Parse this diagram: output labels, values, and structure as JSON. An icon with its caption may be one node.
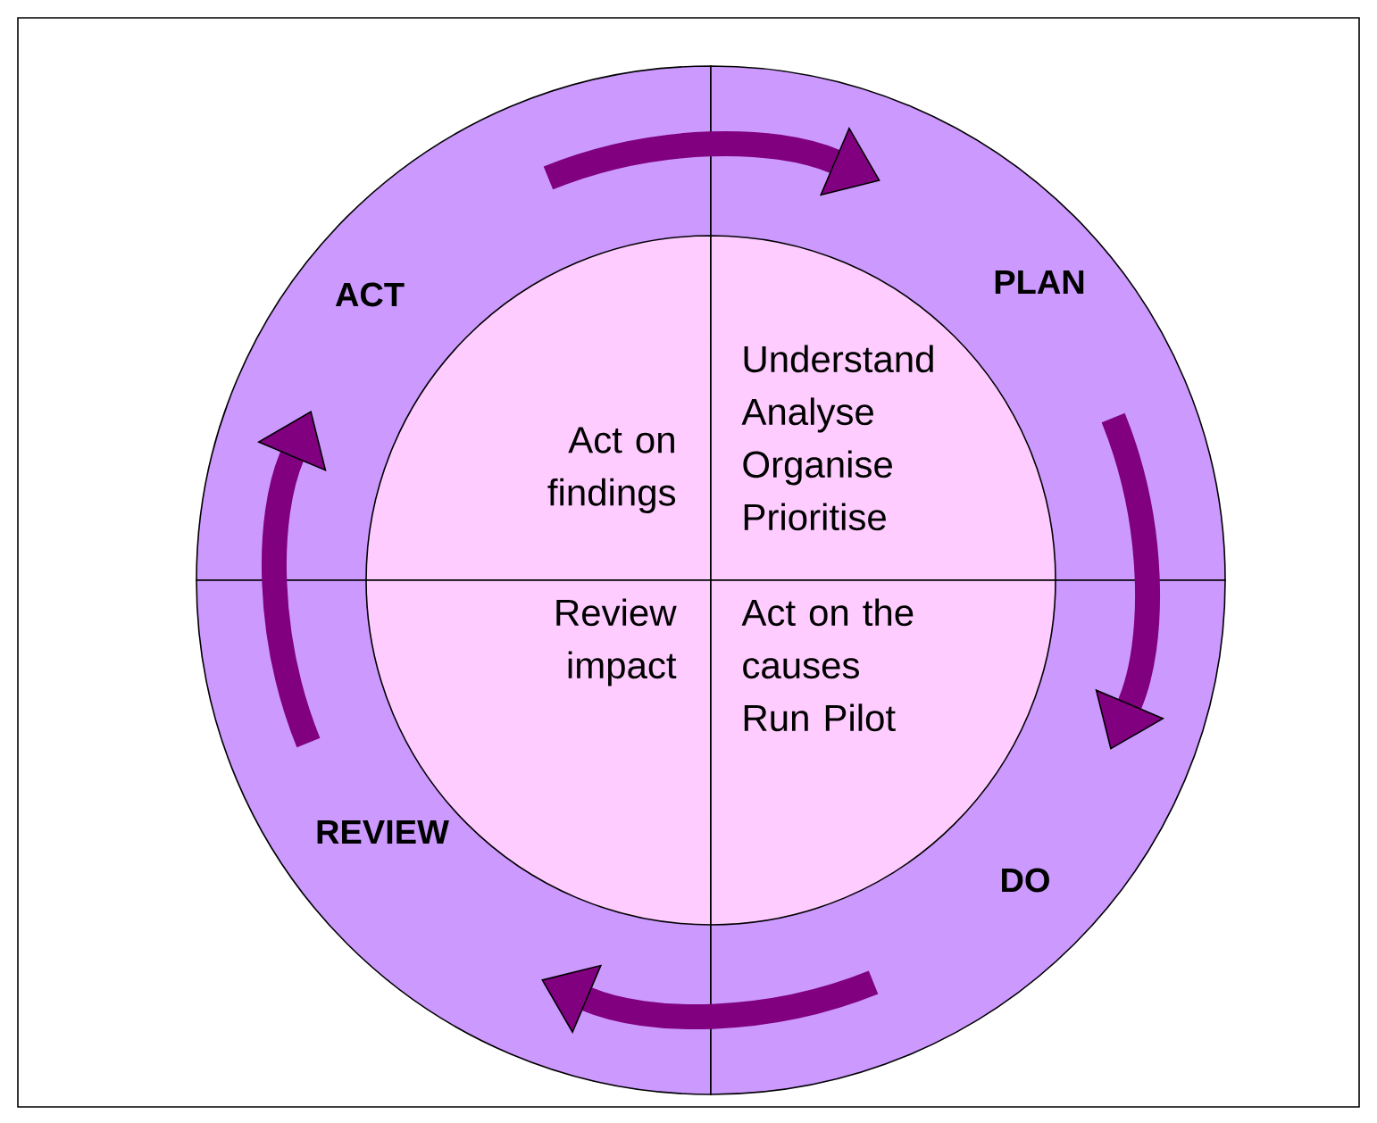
{
  "diagram": {
    "nodes": [
      {
        "text": [
          "ACT"
        ]
      },
      {
        "text": [
          "Act on findings"
        ],
        "in": 0
      },
      {
        "text": [
          "PLAN"
        ]
      },
      {
        "text": [
          "Understand",
          "Analyse",
          "Organise",
          "Prioritise"
        ],
        "in": 2
      },
      {
        "text": [
          "REVIEW"
        ]
      },
      {
        "text": [
          "Review impact"
        ],
        "in": 4
      },
      {
        "text": [
          "DO"
        ]
      },
      {
        "text": [
          "Act on the causes",
          "Run Pilot"
        ],
        "in": 6
      }
    ],
    "edges": [
      {
        "from": 0,
        "to": 2,
        "arrow": "to"
      },
      {
        "from": 2,
        "to": 6,
        "arrow": "to"
      },
      {
        "from": 6,
        "to": 4,
        "arrow": "to"
      },
      {
        "from": 4,
        "to": 0,
        "arrow": "to"
      }
    ]
  }
}
